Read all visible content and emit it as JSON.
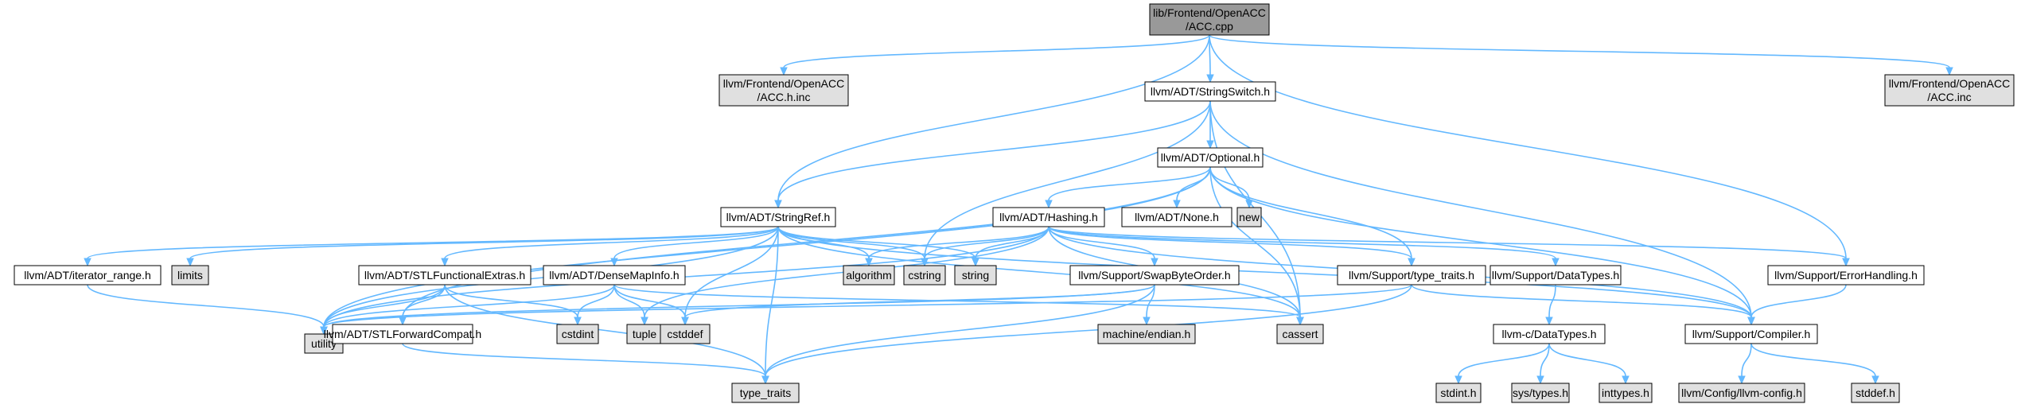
{
  "colors": {
    "root_fill": "#999999",
    "external_fill": "#e0e0e0",
    "internal_fill": "#ffffff",
    "edge": "#63b8ff",
    "stroke": "#000000"
  },
  "nodes": {
    "root": {
      "lines": [
        "lib/Frontend/OpenACC",
        "/ACC.cpp"
      ],
      "kind": "root"
    },
    "acc_h_inc": {
      "lines": [
        "llvm/Frontend/OpenACC",
        "/ACC.h.inc"
      ],
      "kind": "external"
    },
    "acc_inc": {
      "lines": [
        "llvm/Frontend/OpenACC",
        "/ACC.inc"
      ],
      "kind": "external"
    },
    "stringswitch": {
      "lines": [
        "llvm/ADT/StringSwitch.h"
      ],
      "kind": "internal"
    },
    "optional": {
      "lines": [
        "llvm/ADT/Optional.h"
      ],
      "kind": "internal"
    },
    "stringref": {
      "lines": [
        "llvm/ADT/StringRef.h"
      ],
      "kind": "internal"
    },
    "hashing": {
      "lines": [
        "llvm/ADT/Hashing.h"
      ],
      "kind": "internal"
    },
    "none": {
      "lines": [
        "llvm/ADT/None.h"
      ],
      "kind": "internal"
    },
    "new": {
      "lines": [
        "new"
      ],
      "kind": "external"
    },
    "iterator_range": {
      "lines": [
        "llvm/ADT/iterator_range.h"
      ],
      "kind": "internal"
    },
    "limits": {
      "lines": [
        "limits"
      ],
      "kind": "external"
    },
    "stlfunctional": {
      "lines": [
        "llvm/ADT/STLFunctionalExtras.h"
      ],
      "kind": "internal"
    },
    "densemapinfo": {
      "lines": [
        "llvm/ADT/DenseMapInfo.h"
      ],
      "kind": "internal"
    },
    "algorithm": {
      "lines": [
        "algorithm"
      ],
      "kind": "external"
    },
    "cstring": {
      "lines": [
        "cstring"
      ],
      "kind": "external"
    },
    "string": {
      "lines": [
        "string"
      ],
      "kind": "external"
    },
    "swapbyteorder": {
      "lines": [
        "llvm/Support/SwapByteOrder.h"
      ],
      "kind": "internal"
    },
    "type_traits_h": {
      "lines": [
        "llvm/Support/type_traits.h"
      ],
      "kind": "internal"
    },
    "datatypes_h": {
      "lines": [
        "llvm/Support/DataTypes.h"
      ],
      "kind": "internal"
    },
    "errorhandling": {
      "lines": [
        "llvm/Support/ErrorHandling.h"
      ],
      "kind": "internal"
    },
    "utility": {
      "lines": [
        "utility"
      ],
      "kind": "external"
    },
    "stlforward": {
      "lines": [
        "llvm/ADT/STLForwardCompat.h"
      ],
      "kind": "internal"
    },
    "cstdint": {
      "lines": [
        "cstdint"
      ],
      "kind": "external"
    },
    "tuple": {
      "lines": [
        "tuple"
      ],
      "kind": "external"
    },
    "cstddef": {
      "lines": [
        "cstddef"
      ],
      "kind": "external"
    },
    "machine_endian": {
      "lines": [
        "machine/endian.h"
      ],
      "kind": "external"
    },
    "cassert": {
      "lines": [
        "cassert"
      ],
      "kind": "external"
    },
    "c_datatypes": {
      "lines": [
        "llvm-c/DataTypes.h"
      ],
      "kind": "internal"
    },
    "compiler": {
      "lines": [
        "llvm/Support/Compiler.h"
      ],
      "kind": "internal"
    },
    "type_traits": {
      "lines": [
        "type_traits"
      ],
      "kind": "external"
    },
    "stdint": {
      "lines": [
        "stdint.h"
      ],
      "kind": "external"
    },
    "systypes": {
      "lines": [
        "sys/types.h"
      ],
      "kind": "external"
    },
    "inttypes": {
      "lines": [
        "inttypes.h"
      ],
      "kind": "external"
    },
    "llvm_config": {
      "lines": [
        "llvm/Config/llvm-config.h"
      ],
      "kind": "external"
    },
    "stddef": {
      "lines": [
        "stddef.h"
      ],
      "kind": "external"
    }
  },
  "edges": [
    [
      "root",
      "acc_h_inc"
    ],
    [
      "root",
      "stringswitch"
    ],
    [
      "root",
      "acc_inc"
    ],
    [
      "root",
      "stringref"
    ],
    [
      "root",
      "errorhandling"
    ],
    [
      "stringswitch",
      "optional"
    ],
    [
      "stringswitch",
      "stringref"
    ],
    [
      "stringswitch",
      "cstring"
    ],
    [
      "stringswitch",
      "cassert"
    ],
    [
      "stringswitch",
      "compiler"
    ],
    [
      "optional",
      "utility"
    ],
    [
      "optional",
      "hashing"
    ],
    [
      "optional",
      "none"
    ],
    [
      "optional",
      "new"
    ],
    [
      "optional",
      "stlforward"
    ],
    [
      "optional",
      "type_traits_h"
    ],
    [
      "optional",
      "compiler"
    ],
    [
      "optional",
      "cassert"
    ],
    [
      "stringref",
      "iterator_range"
    ],
    [
      "stringref",
      "limits"
    ],
    [
      "stringref",
      "stlfunctional"
    ],
    [
      "stringref",
      "densemapinfo"
    ],
    [
      "stringref",
      "algorithm"
    ],
    [
      "stringref",
      "cstring"
    ],
    [
      "stringref",
      "string"
    ],
    [
      "stringref",
      "compiler"
    ],
    [
      "stringref",
      "utility"
    ],
    [
      "stringref",
      "cstddef"
    ],
    [
      "stringref",
      "cassert"
    ],
    [
      "stringref",
      "type_traits"
    ],
    [
      "hashing",
      "algorithm"
    ],
    [
      "hashing",
      "cstring"
    ],
    [
      "hashing",
      "string"
    ],
    [
      "hashing",
      "swapbyteorder"
    ],
    [
      "hashing",
      "type_traits_h"
    ],
    [
      "hashing",
      "datatypes_h"
    ],
    [
      "hashing",
      "errorhandling"
    ],
    [
      "hashing",
      "utility"
    ],
    [
      "hashing",
      "tuple"
    ],
    [
      "hashing",
      "cassert"
    ],
    [
      "hashing",
      "compiler"
    ],
    [
      "iterator_range",
      "utility"
    ],
    [
      "stlfunctional",
      "utility"
    ],
    [
      "stlfunctional",
      "stlforward"
    ],
    [
      "stlfunctional",
      "cstdint"
    ],
    [
      "stlfunctional",
      "type_traits"
    ],
    [
      "densemapinfo",
      "utility"
    ],
    [
      "densemapinfo",
      "cstdint"
    ],
    [
      "densemapinfo",
      "tuple"
    ],
    [
      "densemapinfo",
      "cstddef"
    ],
    [
      "densemapinfo",
      "cassert"
    ],
    [
      "swapbyteorder",
      "cstddef"
    ],
    [
      "swapbyteorder",
      "type_traits"
    ],
    [
      "swapbyteorder",
      "machine_endian"
    ],
    [
      "swapbyteorder",
      "utility"
    ],
    [
      "type_traits_h",
      "utility"
    ],
    [
      "type_traits_h",
      "type_traits"
    ],
    [
      "type_traits_h",
      "compiler"
    ],
    [
      "datatypes_h",
      "c_datatypes"
    ],
    [
      "errorhandling",
      "compiler"
    ],
    [
      "stlforward",
      "type_traits"
    ],
    [
      "c_datatypes",
      "stdint"
    ],
    [
      "c_datatypes",
      "systypes"
    ],
    [
      "c_datatypes",
      "inttypes"
    ],
    [
      "compiler",
      "llvm_config"
    ],
    [
      "compiler",
      "stddef"
    ]
  ]
}
